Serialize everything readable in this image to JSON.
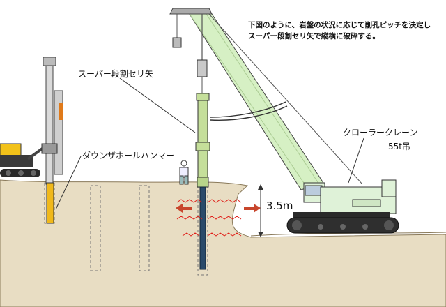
{
  "note": {
    "line1": "下図のように、岩盤の状況に応じて削孔ピッチを決定し",
    "line2": "スーパー段割セリ矢で縦横に破砕する。"
  },
  "labels": {
    "super_seriya": "スーパー段割セリ矢",
    "down_the_hole": "ダウンザホールハンマー",
    "crawler_crane": "クローラークレーン",
    "crane_capacity": "55t吊",
    "depth": "3.5m"
  },
  "colors": {
    "ground_fill": "#e8ddc3",
    "ground_edge": "#8a7a5a",
    "tool_green": "#c5df9a",
    "boom_green": "#d6f0c4",
    "crane_body": "#dff2d8",
    "arrow_red": "#c8462c",
    "wave_red": "#e0201a",
    "hammer_yellow": "#f0b81a",
    "rod_blue": "#2a4a6a"
  }
}
